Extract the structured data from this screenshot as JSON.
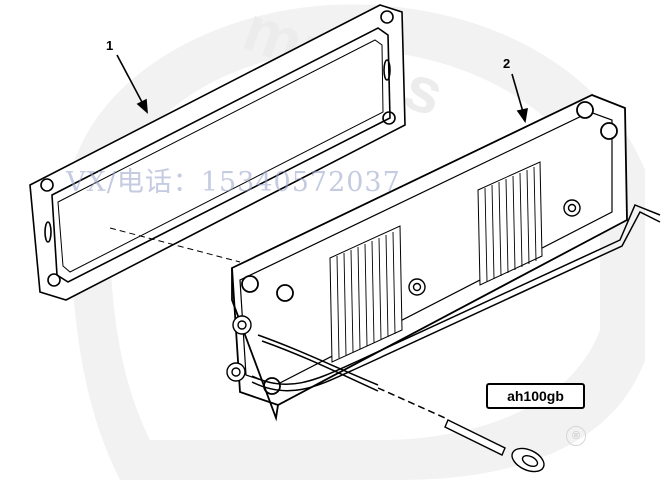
{
  "diagram": {
    "callouts": [
      {
        "label": "1",
        "part": "gasket"
      },
      {
        "label": "2",
        "part": "heater-assembly"
      }
    ],
    "contact_text": "VX/电话：15340572037",
    "figure_code": "ah100gb",
    "registered_mark": "®"
  },
  "colors": {
    "line": "#000000",
    "watermark": "#efefef",
    "contact_text": "#9aa3cc"
  }
}
